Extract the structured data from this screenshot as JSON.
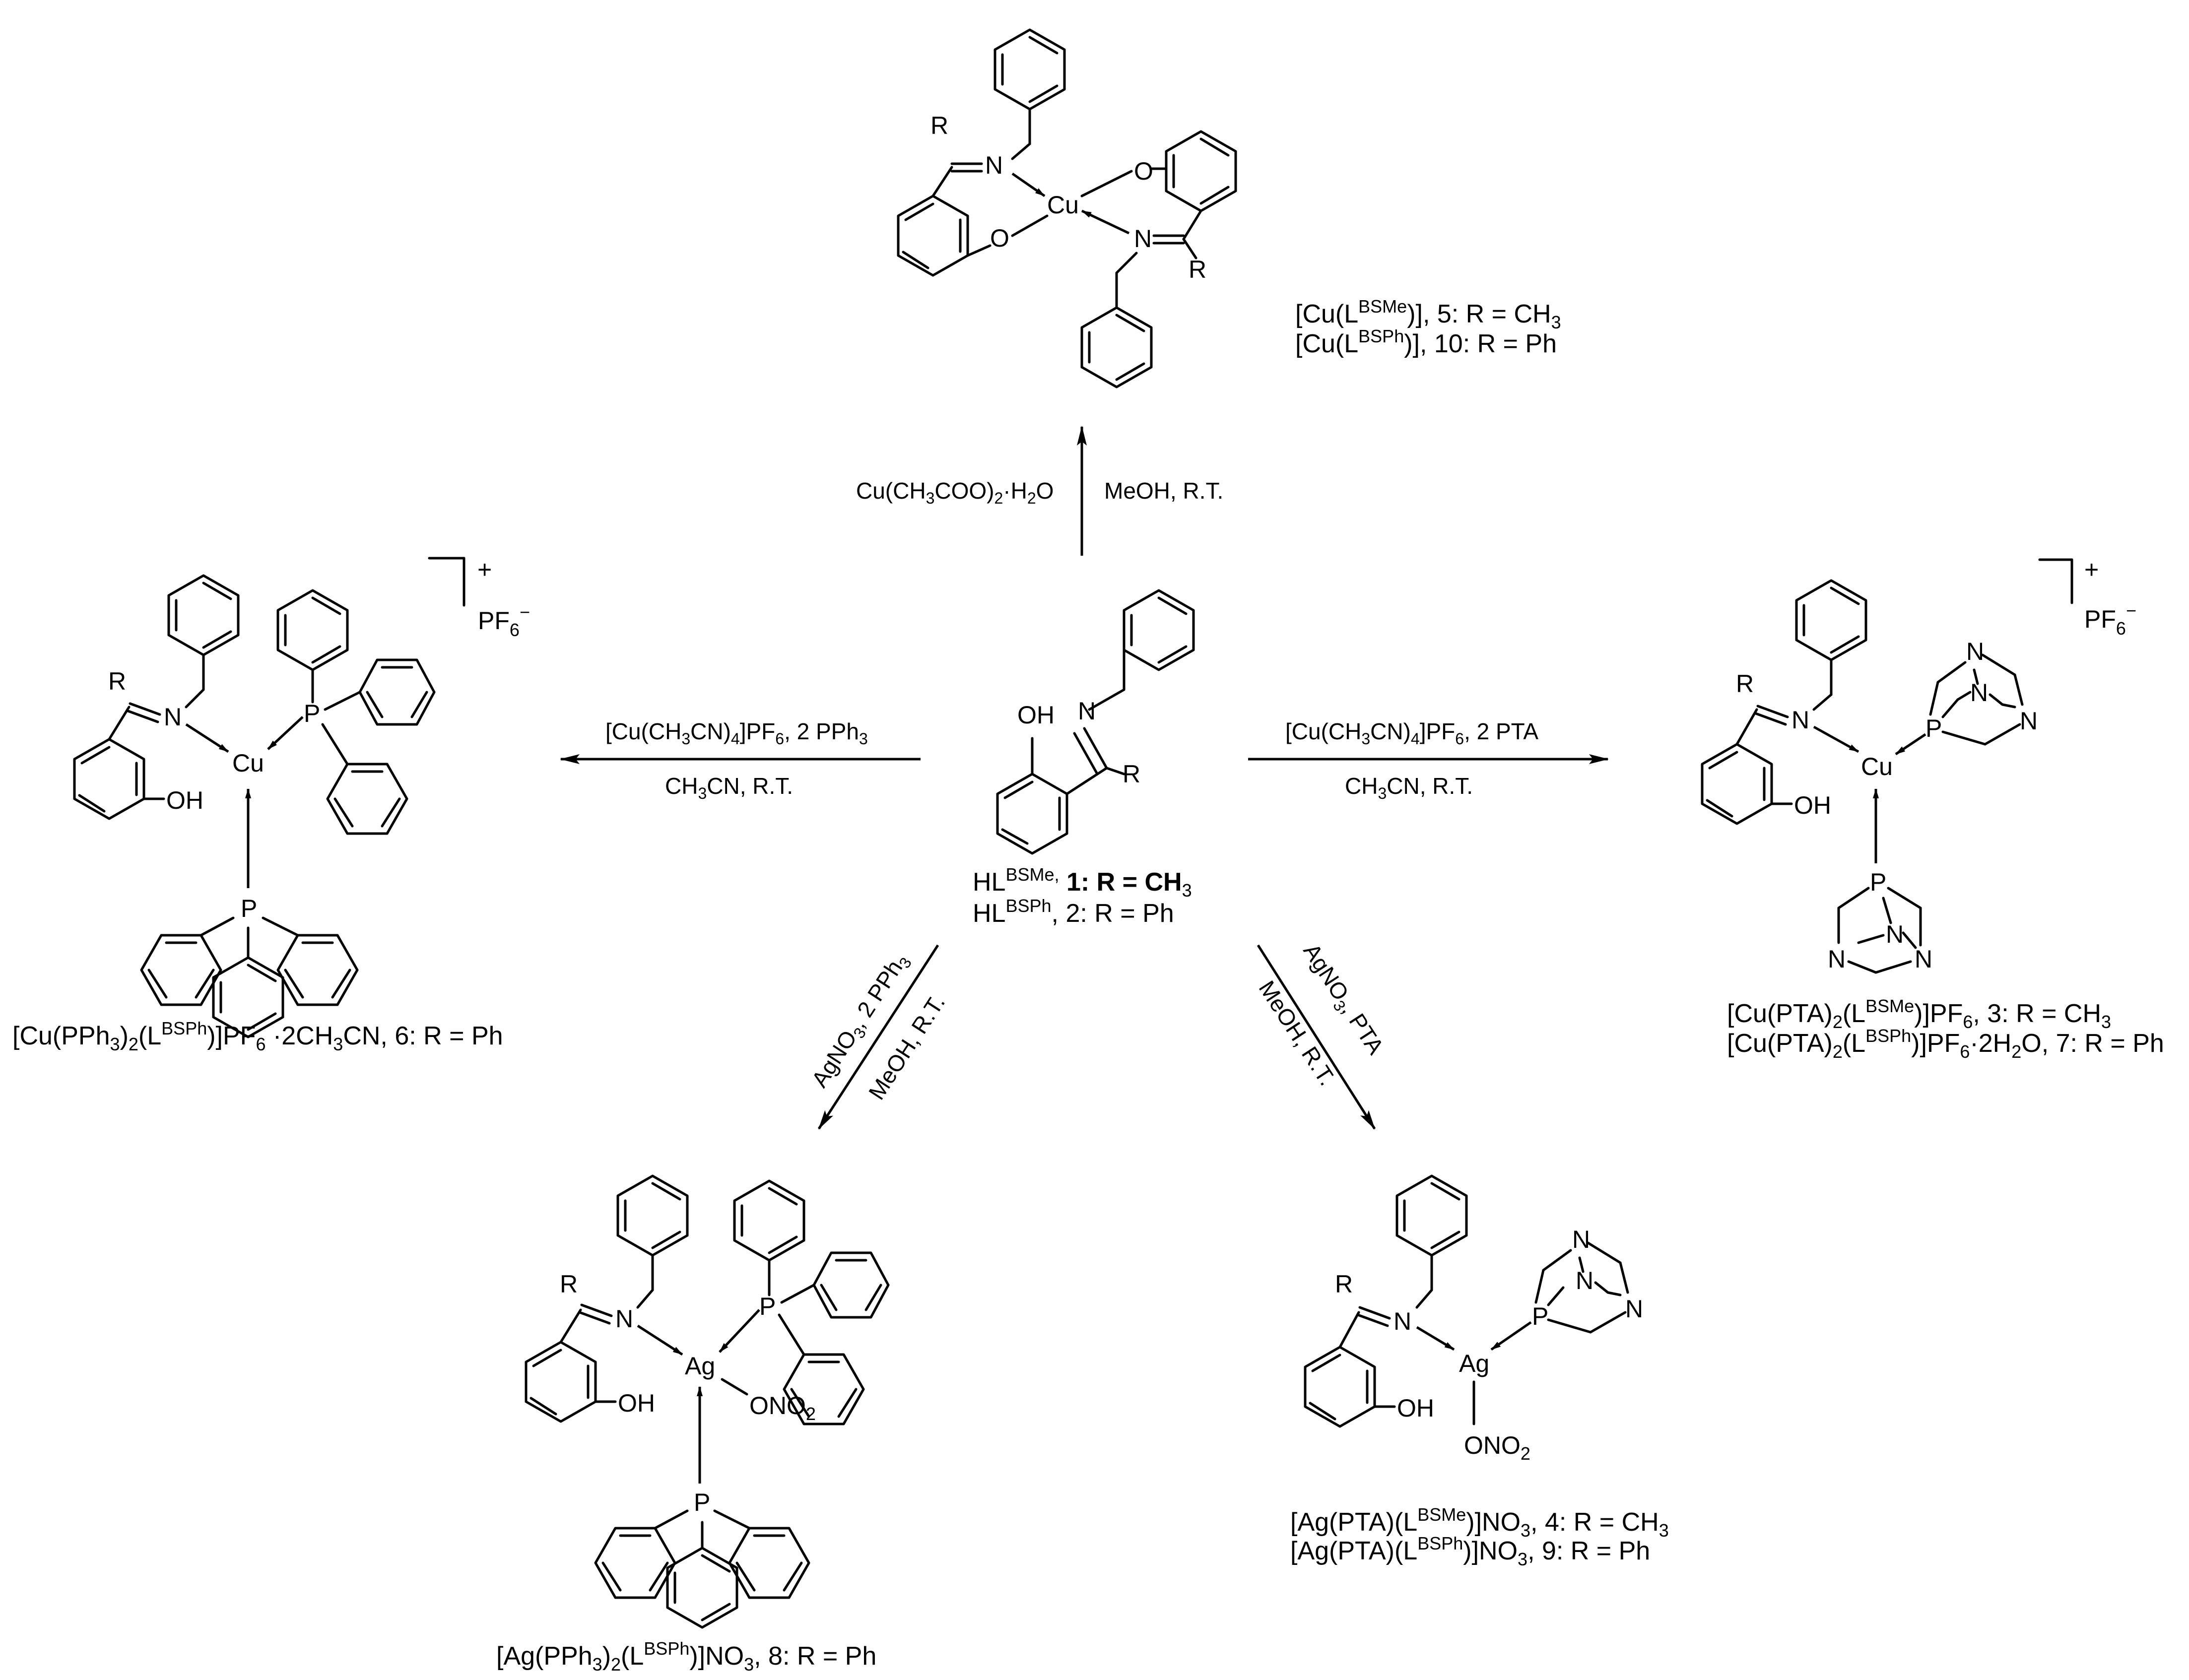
{
  "atoms": {
    "R": "R",
    "N": "N",
    "O": "O",
    "OH": "OH",
    "P": "P",
    "Cu": "Cu",
    "Ag": "Ag",
    "ONO2": "ONO",
    "ONO2_sub": "2",
    "charge_plus": "+",
    "PF6": "PF",
    "PF6_sub": "6",
    "PF6_sup": "−"
  },
  "center": {
    "label_1": "HL",
    "label_1_sup": "BSMe,",
    "label_1_rest": " 1: R = CH",
    "label_1_sub": "3",
    "label_2": "HL",
    "label_2_sup": "BSPh",
    "label_2_rest": ", 2: R = Ph"
  },
  "top": {
    "reagent_left": "Cu(CH",
    "reagent_left_sub": "3",
    "reagent_left_mid": "COO)",
    "reagent_left_sub2": "2",
    "reagent_left_end": "·H",
    "reagent_left_sub3": "2",
    "reagent_left_end2": "O",
    "reagent_right": "MeOH, R.T.",
    "label_a": "[Cu(L",
    "label_a_sup": "BSMe",
    "label_a_rest": ")], 5: R = CH",
    "label_a_sub": "3",
    "label_b": "[Cu(L",
    "label_b_sup": "BSPh",
    "label_b_rest": ")], 10: R = Ph"
  },
  "left": {
    "reagent_top": "[Cu(CH",
    "reagent_top_sub": "3",
    "reagent_top_mid": "CN)",
    "reagent_top_sub2": "4",
    "reagent_top_mid2": "]PF",
    "reagent_top_sub3": "6",
    "reagent_top_end": ", 2 PPh",
    "reagent_top_sub4": "3",
    "reagent_bottom": "CH",
    "reagent_bottom_sub": "3",
    "reagent_bottom_end": "CN, R.T.",
    "label": "[Cu(PPh",
    "label_sub": "3",
    "label_mid": ")",
    "label_sub2": "2",
    "label_mid2": "(L",
    "label_sup": "BSPh",
    "label_end": ")]PF",
    "label_sub3": "6",
    "label_end2": " ·2CH",
    "label_sub4": "3",
    "label_end3": "CN, 6: R = Ph"
  },
  "right": {
    "reagent_top": "[Cu(CH",
    "reagent_top_sub": "3",
    "reagent_top_mid": "CN)",
    "reagent_top_sub2": "4",
    "reagent_top_mid2": "]PF",
    "reagent_top_sub3": "6",
    "reagent_top_end": ", 2 PTA",
    "reagent_bottom": "CH",
    "reagent_bottom_sub": "3",
    "reagent_bottom_end": "CN, R.T.",
    "label_a": "[Cu(PTA)",
    "label_a_sub": "2",
    "label_a_mid": "(L",
    "label_a_sup": "BSMe",
    "label_a_end": ")]PF",
    "label_a_sub2": "6",
    "label_a_end2": ", 3: R = CH",
    "label_a_sub3": "3",
    "label_b": "[Cu(PTA)",
    "label_b_sub": "2",
    "label_b_mid": "(L",
    "label_b_sup": "BSPh",
    "label_b_end": ")]PF",
    "label_b_sub2": "6",
    "label_b_end2": "·2H",
    "label_b_sub3": "2",
    "label_b_end3": "O, 7: R = Ph"
  },
  "bottom_left": {
    "reagent_top": "AgNO",
    "reagent_top_sub": "3",
    "reagent_top_end": ", 2 PPh",
    "reagent_top_sub2": "3",
    "reagent_bottom": "MeOH, R.T.",
    "label": "[Ag(PPh",
    "label_sub": "3",
    "label_mid": ")",
    "label_sub2": "2",
    "label_mid2": "(L",
    "label_sup": "BSPh",
    "label_end": ")]NO",
    "label_sub3": "3",
    "label_end2": ", 8: R = Ph"
  },
  "bottom_right": {
    "reagent_top": "AgNO",
    "reagent_top_sub": "3",
    "reagent_top_end": ", PTA",
    "reagent_bottom": "MeOH, R.T.",
    "label_a": "[Ag(PTA)(L",
    "label_a_sup": "BSMe",
    "label_a_end": ")]NO",
    "label_a_sub": "3",
    "label_a_end2": ", 4: R = CH",
    "label_a_sub2": "3",
    "label_b": "[Ag(PTA)(L",
    "label_b_sup": "BSPh",
    "label_b_end": ")]NO",
    "label_b_sub": "3",
    "label_b_end2": ", 9: R = Ph"
  }
}
